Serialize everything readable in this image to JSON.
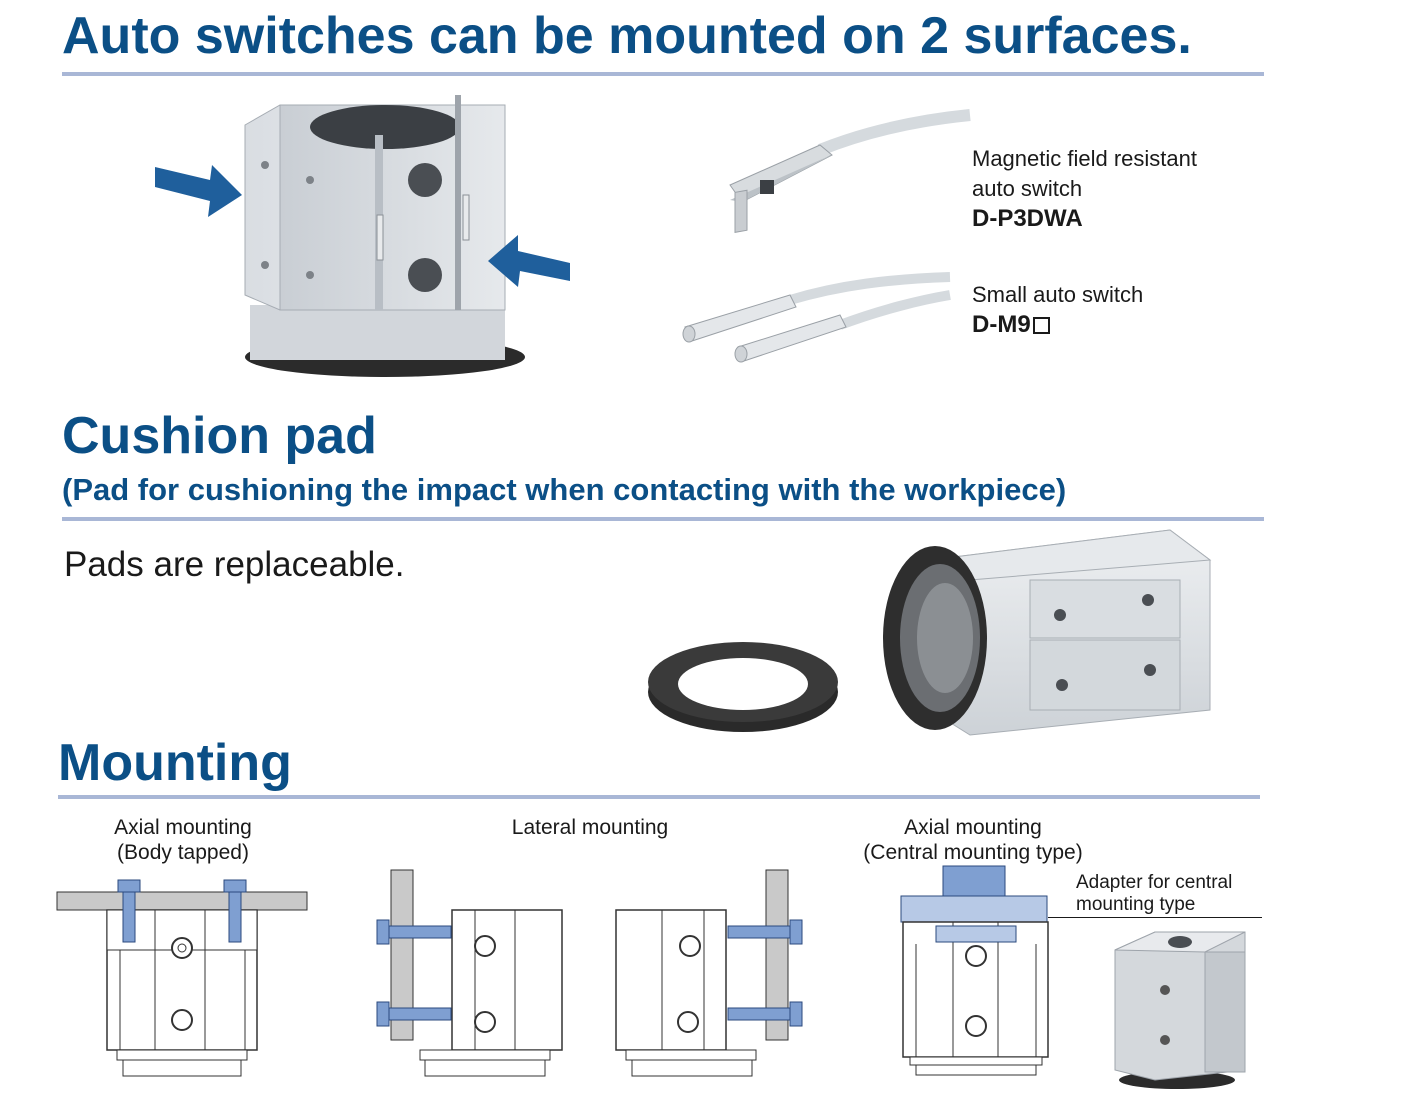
{
  "sections": {
    "auto_switch": {
      "title": "Auto switches can be mounted on 2 surfaces.",
      "items": [
        {
          "desc_line1": "Magnetic field resistant",
          "desc_line2": "auto switch",
          "model": "D-P3DWA"
        },
        {
          "desc_line1": "Small auto switch",
          "model": "D-M9"
        }
      ]
    },
    "cushion": {
      "title": "Cushion pad",
      "subtitle": "(Pad for cushioning the impact when contacting with the workpiece)",
      "note": "Pads are replaceable."
    },
    "mounting": {
      "title": "Mounting",
      "captions": {
        "axial_line1": "Axial mounting",
        "axial_line2": "(Body tapped)",
        "lateral": "Lateral mounting",
        "central_line1": "Axial mounting",
        "central_line2": "(Central mounting type)",
        "adapter_line1": "Adapter for central",
        "adapter_line2": "mounting type"
      }
    }
  },
  "colors": {
    "heading": "#0b4f86",
    "rule": "#a9b7d6",
    "arrow": "#1f5f9c",
    "bolt": "#7f9fd1",
    "adapter": "#b7c9e6"
  }
}
